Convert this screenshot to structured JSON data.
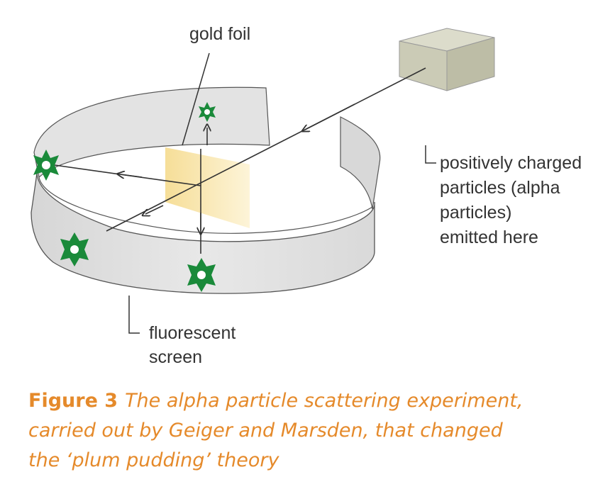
{
  "labels": {
    "gold_foil": "gold foil",
    "source": [
      "positively charged",
      "particles (alpha",
      "particles)",
      "emitted here"
    ],
    "screen": [
      "fluorescent",
      "screen"
    ]
  },
  "caption": {
    "figure": "Figure 3",
    "lines": [
      "The alpha particle scattering experiment,",
      "carried out by Geiger and Marsden, that changed",
      "the ‘plum pudding’ theory"
    ]
  },
  "colors": {
    "accent": "#e58a2b",
    "flash": "#1a8a3a",
    "ring": "#dcdcdc",
    "foil": "#f8e7b3",
    "source_box": "#cdcdb8"
  }
}
